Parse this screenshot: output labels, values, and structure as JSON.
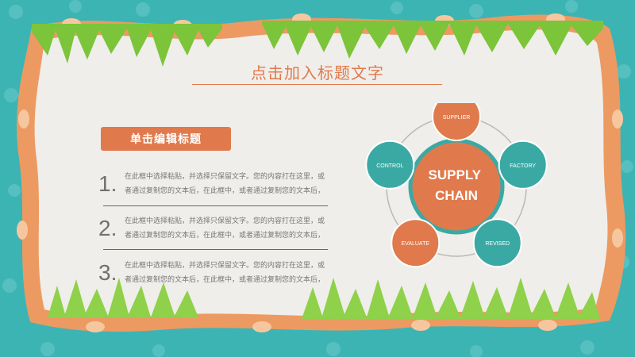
{
  "slide": {
    "title": "点击加入标题文字",
    "subtitle": "单击编辑标题",
    "items": [
      {
        "number": "1.",
        "line1": "在此框中选择粘贴，并选择只保留文字。您的内容打在这里，或",
        "line2": "者通过复制您的文本后，在此框中，或者通过复制您的文本后，"
      },
      {
        "number": "2.",
        "line1": "在此框中选择粘贴，并选择只保留文字。您的内容打在这里，或",
        "line2": "者通过复制您的文本后，在此框中，或者通过复制您的文本后，"
      },
      {
        "number": "3.",
        "line1": "在此框中选择粘贴，并选择只保留文字。您的内容打在这里，或",
        "line2": "者通过复制您的文本后，在此框中，或者通过复制您的文本后，"
      }
    ]
  },
  "diagram": {
    "center": {
      "line1": "SUPPLY",
      "line2": "CHAIN"
    },
    "nodes": [
      {
        "label": "SUPPLIER",
        "color": "#e07a4c"
      },
      {
        "label": "FACTORY",
        "color": "#3aa9a4"
      },
      {
        "label": "REVISED",
        "color": "#3aa9a4"
      },
      {
        "label": "EVALUATE",
        "color": "#e07a4c"
      },
      {
        "label": "CONTROL",
        "color": "#3aa9a4"
      }
    ]
  },
  "colors": {
    "teal": "#3cb4b4",
    "orange": "#e07a4c",
    "frame": "#ec9a62",
    "paper": "#efeeea",
    "grass": "#7cc43a"
  }
}
